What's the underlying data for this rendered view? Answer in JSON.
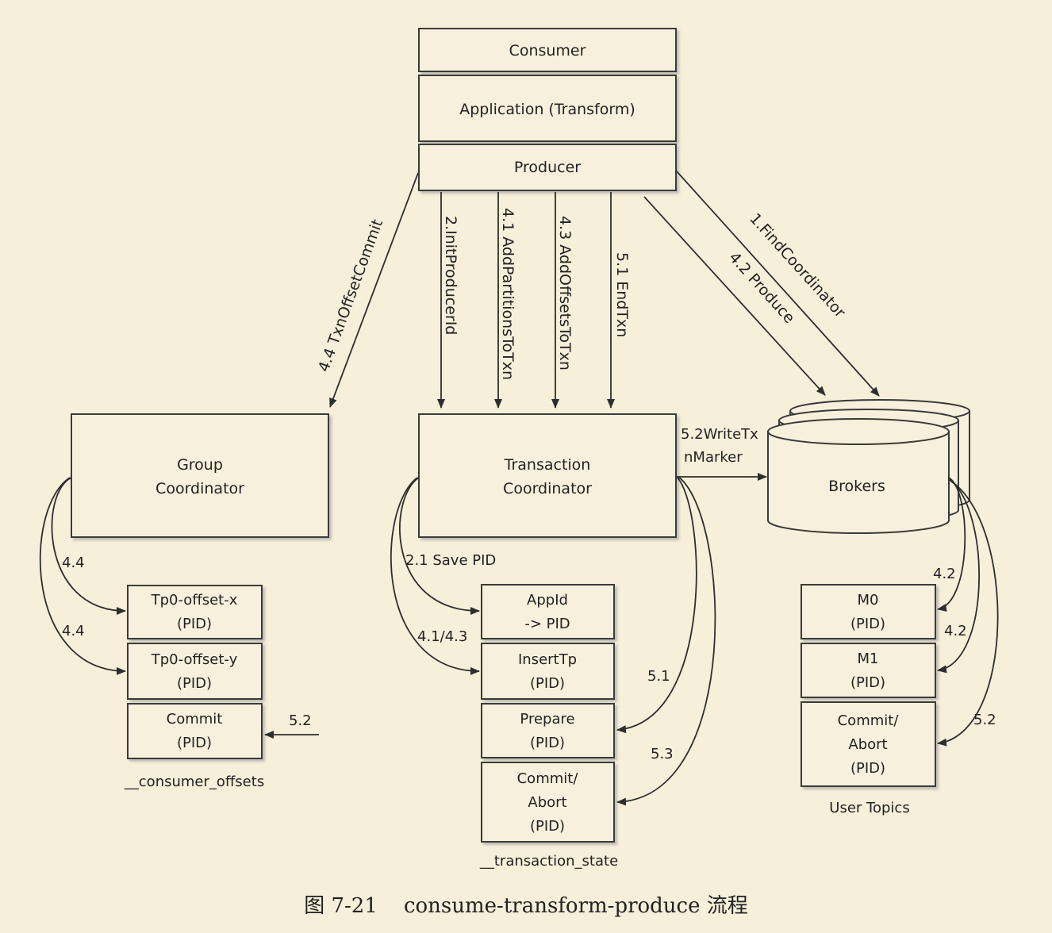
{
  "app": {
    "consumer": "Consumer",
    "application": "Application (Transform)",
    "producer": "Producer"
  },
  "coordinators": {
    "group": [
      "Group",
      "Coordinator"
    ],
    "transaction": [
      "Transaction",
      "Coordinator"
    ],
    "brokers": "Brokers"
  },
  "arrows": {
    "find_coordinator": "1.FindCoordinator",
    "produce": "4.2 Produce",
    "init_producer_id": "2.InitProducerId",
    "add_partitions": "4.1 AddPartitionsToTxn",
    "add_offsets": "4.3 AddOffsetsToTxn",
    "end_txn": "5.1 EndTxn",
    "txn_offset_commit": "4.4 TxnOffsetCommit",
    "write_txn_marker": [
      "5.2WriteTx",
      "nMarker"
    ]
  },
  "consumer_offsets": {
    "records": [
      [
        "Tp0-offset-x",
        "(PID)"
      ],
      [
        "Tp0-offset-y",
        "(PID)"
      ],
      [
        "Commit",
        "(PID)"
      ]
    ],
    "label": "__consumer_offsets",
    "edge_labels": [
      "4.4",
      "4.4",
      "5.2"
    ]
  },
  "transaction_state": {
    "records": [
      [
        "AppId",
        "-> PID"
      ],
      [
        "InsertTp",
        "(PID)"
      ],
      [
        "Prepare",
        "(PID)"
      ],
      [
        "Commit/",
        "Abort",
        "(PID)"
      ]
    ],
    "label": "__transaction_state",
    "edge_labels": [
      "2.1 Save PID",
      "4.1/4.3",
      "5.1",
      "5.3"
    ]
  },
  "user_topics": {
    "records": [
      [
        "M0",
        "(PID)"
      ],
      [
        "M1",
        "(PID)"
      ],
      [
        "Commit/",
        "Abort",
        "(PID)"
      ]
    ],
    "label": "User Topics",
    "edge_labels": [
      "4.2",
      "4.2",
      "5.2"
    ]
  },
  "caption": "图 7-21    consume-transform-produce 流程"
}
